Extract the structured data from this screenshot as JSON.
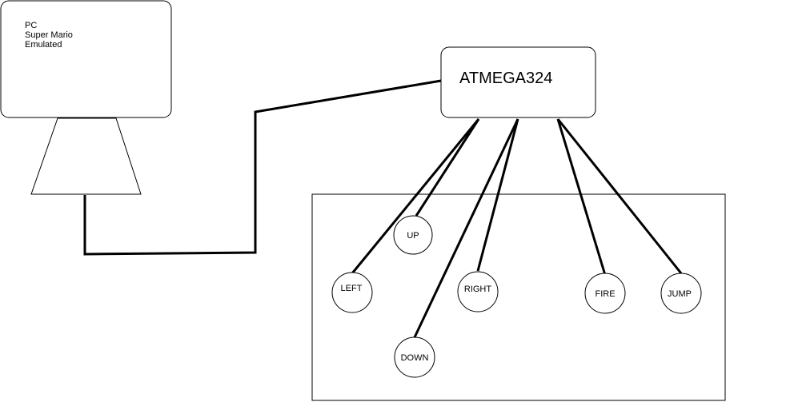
{
  "pc": {
    "lines": [
      "PC",
      "Super Mario",
      "Emulated"
    ]
  },
  "mcu": {
    "label": "ATMEGA324"
  },
  "buttons": {
    "up": "UP",
    "left": "LEFT",
    "down": "DOWN",
    "right": "RIGHT",
    "fire": "FIRE",
    "jump": "JUMP"
  },
  "colors": {
    "stroke": "#000000",
    "fill": "#ffffff"
  }
}
